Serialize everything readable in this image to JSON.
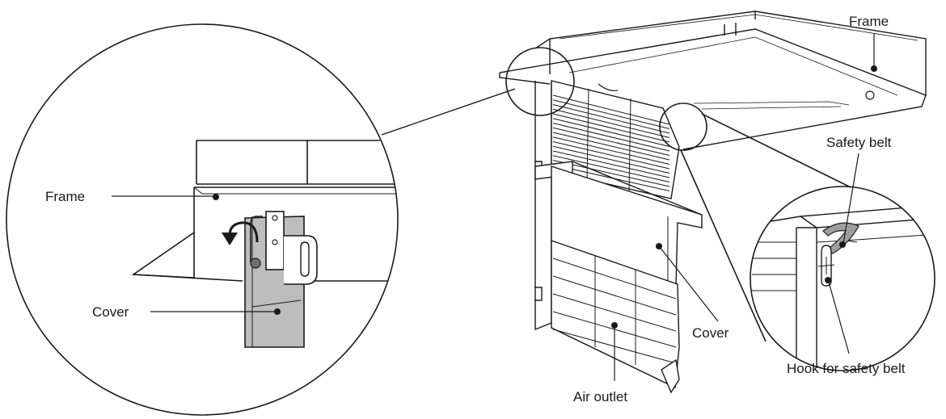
{
  "labels": {
    "frame_detail": "Frame",
    "cover_detail": "Cover",
    "frame_main": "Frame",
    "safety_belt": "Safety belt",
    "cover_main": "Cover",
    "hook_for_safety_belt": "Hook for safety belt",
    "air_outlet": "Air outlet"
  },
  "colors": {
    "line": "#1a1a1a",
    "cover_fill": "#bdbdbd",
    "belt_fill": "#9e9e9e",
    "background": "#ffffff"
  },
  "icons": {
    "rotation_arrow": "curved-arrow-icon"
  }
}
